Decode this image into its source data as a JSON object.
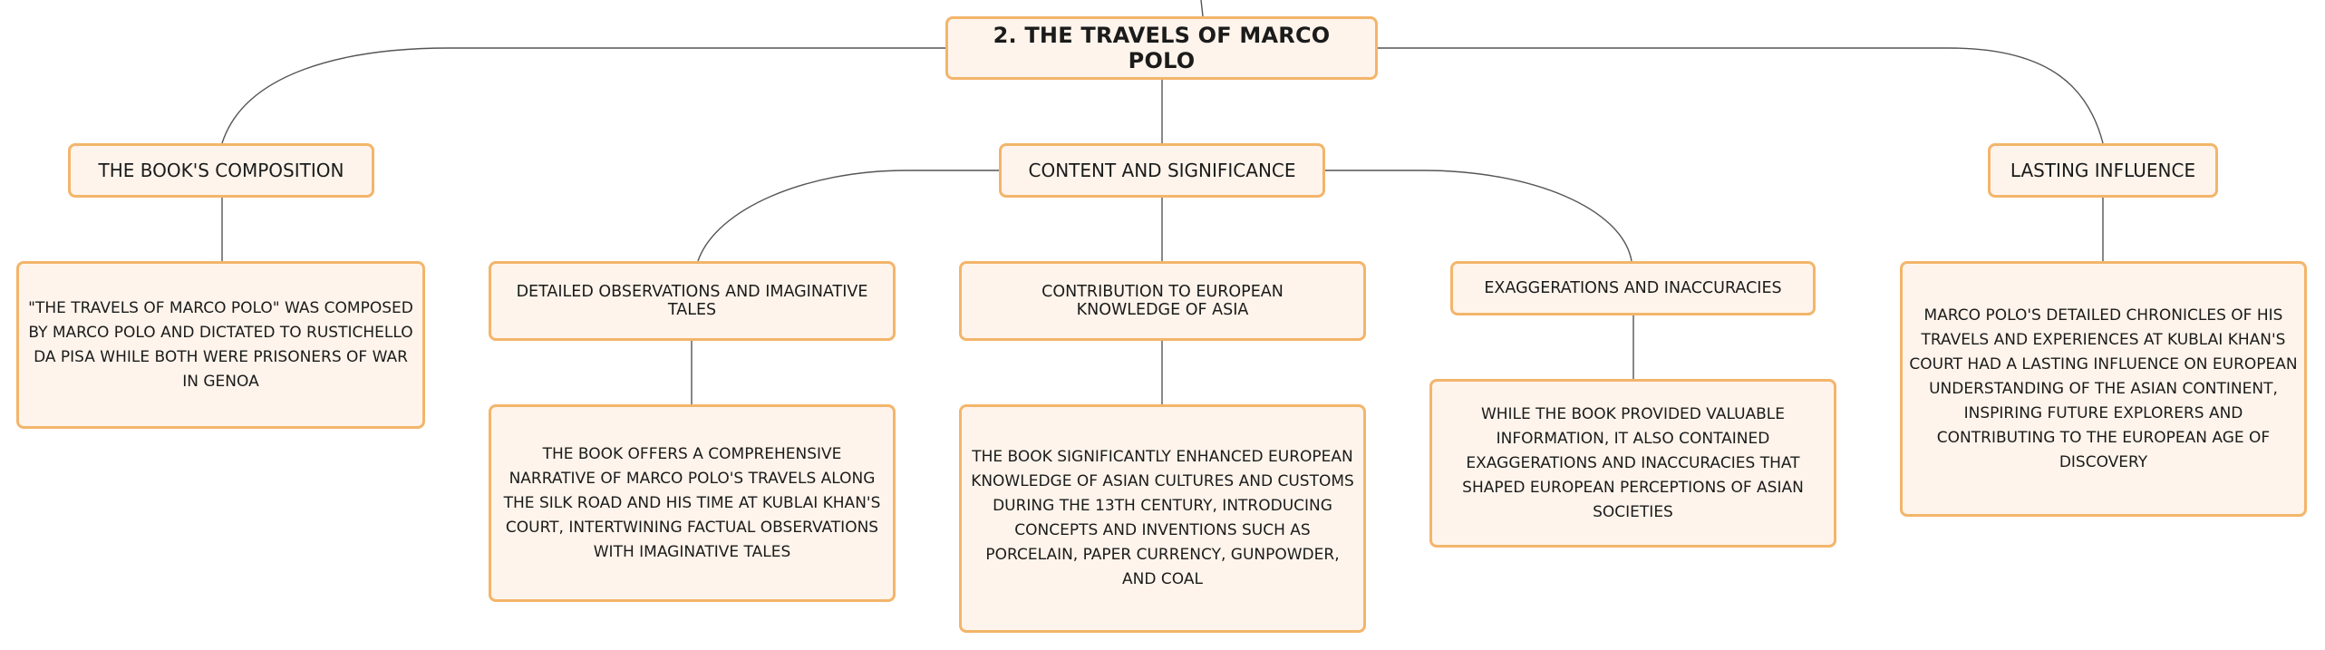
{
  "diagram": {
    "root": {
      "label": "2. THE TRAVELS OF MARCO POLO"
    },
    "branches": [
      {
        "label": "THE BOOK'S COMPOSITION",
        "children": [
          {
            "text": "\"THE TRAVELS OF MARCO POLO\" WAS COMPOSED BY MARCO POLO AND DICTATED TO RUSTICHELLO DA PISA WHILE BOTH WERE PRISONERS OF WAR IN GENOA"
          }
        ]
      },
      {
        "label": "CONTENT AND SIGNIFICANCE",
        "children": [
          {
            "label": "DETAILED OBSERVATIONS AND IMAGINATIVE TALES",
            "detail": "THE BOOK OFFERS A COMPREHENSIVE NARRATIVE OF MARCO POLO'S TRAVELS ALONG THE SILK ROAD AND HIS TIME AT KUBLAI KHAN'S COURT, INTERTWINING FACTUAL OBSERVATIONS WITH IMAGINATIVE TALES"
          },
          {
            "label": "CONTRIBUTION TO EUROPEAN KNOWLEDGE OF ASIA",
            "detail": "THE BOOK SIGNIFICANTLY ENHANCED EUROPEAN KNOWLEDGE OF ASIAN CULTURES AND CUSTOMS DURING THE 13TH CENTURY, INTRODUCING CONCEPTS AND INVENTIONS SUCH AS PORCELAIN, PAPER CURRENCY, GUNPOWDER, AND COAL"
          },
          {
            "label": "EXAGGERATIONS AND INACCURACIES",
            "detail": "WHILE THE BOOK PROVIDED VALUABLE INFORMATION, IT ALSO CONTAINED EXAGGERATIONS AND INACCURACIES THAT SHAPED EUROPEAN PERCEPTIONS OF ASIAN SOCIETIES"
          }
        ]
      },
      {
        "label": "LASTING INFLUENCE",
        "children": [
          {
            "text": "MARCO POLO'S DETAILED CHRONICLES OF HIS TRAVELS AND EXPERIENCES AT KUBLAI KHAN'S COURT HAD A LASTING INFLUENCE ON EUROPEAN UNDERSTANDING OF THE ASIAN CONTINENT, INSPIRING FUTURE EXPLORERS AND CONTRIBUTING TO THE EUROPEAN AGE OF DISCOVERY"
          }
        ]
      }
    ]
  },
  "colors": {
    "node_fill": "#fef4eb",
    "node_border": "#f3b56b",
    "connector": "#555555",
    "text": "#1b1b1b"
  }
}
